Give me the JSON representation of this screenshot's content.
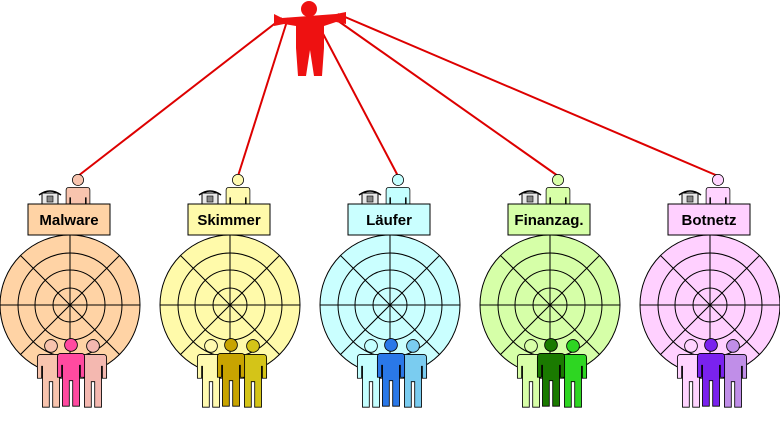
{
  "top_person": {
    "icon": "person-icon",
    "color": "#ee1111",
    "line_color": "#dd0000"
  },
  "groups": [
    {
      "label": "Malware",
      "fill": "#ffd3a5",
      "lead": "#f8c4ae",
      "front": "#ff4aa0",
      "side": "#f4b8b0"
    },
    {
      "label": "Skimmer",
      "fill": "#fffaaa",
      "lead": "#fffab0",
      "front": "#c8a400",
      "side": "#d4c418"
    },
    {
      "label": "Läufer",
      "fill": "#caffff",
      "lead": "#c4ffff",
      "front": "#2a78e8",
      "side": "#7accf0"
    },
    {
      "label": "Finanzag.",
      "fill": "#d6ffa8",
      "lead": "#d8ffa8",
      "front": "#1a7a00",
      "side": "#2ed622"
    },
    {
      "label": "Botnetz",
      "fill": "#ffd0ff",
      "lead": "#ffd4ff",
      "front": "#7a22ee",
      "side": "#c08ee8"
    }
  ],
  "icons": {
    "phone": "telephone-icon",
    "target": "target-icon",
    "crowd": "people-icon"
  }
}
